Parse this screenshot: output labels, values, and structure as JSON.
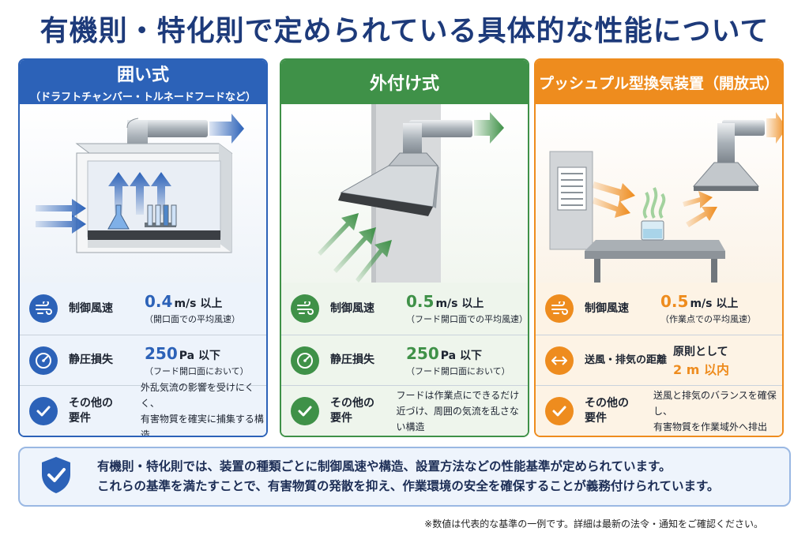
{
  "title": "有機則・特化則で定められている具体的な性能について",
  "cards": [
    {
      "theme": "blue",
      "title": "囲い式",
      "subtitle": "（ドラフトチャンバー・トルネードフードなど）",
      "rows": [
        {
          "icon": "wind-icon",
          "label": "制御風速",
          "value": "0.4",
          "unit": "m/s 以上",
          "note": "（開口面での平均風速）"
        },
        {
          "icon": "gauge-icon",
          "label": "静圧損失",
          "value": "250",
          "unit": "Pa 以下",
          "note": "（フード開口面において）"
        },
        {
          "icon": "check-icon",
          "label": "その他の\n要件",
          "text": [
            "外乱気流の影響を受けにくく、",
            "有害物質を確実に捕集する構造"
          ]
        }
      ]
    },
    {
      "theme": "green",
      "title": "外付け式",
      "rows": [
        {
          "icon": "wind-icon",
          "label": "制御風速",
          "value": "0.5",
          "unit": "m/s 以上",
          "note": "（フード開口面での平均風速）"
        },
        {
          "icon": "gauge-icon",
          "label": "静圧損失",
          "value": "250",
          "unit": "Pa 以下",
          "note": "（フード開口面において）"
        },
        {
          "icon": "check-icon",
          "label": "その他の\n要件",
          "text": [
            "フードは作業点にできるだけ",
            "近づけ、周囲の気流を乱さない構造"
          ]
        }
      ]
    },
    {
      "theme": "orange",
      "title": "プッシュプル型換気装置（開放式）",
      "rows": [
        {
          "icon": "wind-icon",
          "label": "制御風速",
          "value": "0.5",
          "unit": "m/s 以上",
          "note": "（作業点での平均風速）"
        },
        {
          "icon": "distance-icon",
          "label": "送風・排気の距離",
          "lead": "原則として",
          "emph": "2 m 以内"
        },
        {
          "icon": "check-icon",
          "label": "その他の\n要件",
          "text": [
            "送風と排気のバランスを確保し、",
            "有害物質を作業域外へ排出"
          ]
        }
      ]
    }
  ],
  "summary": {
    "icon": "shield-check-icon",
    "line1": "有機則・特化則では、装置の種類ごとに制御風速や構造、設置方法などの性能基準が定められています。",
    "line2": "これらの基準を満たすことで、有害物質の発散を抑え、作業環境の安全を確保することが義務付けられています。"
  },
  "footnote": "※数値は代表的な基準の一例です。詳細は最新の法令・通知をご確認ください。",
  "colors": {
    "blue": "#2c62b8",
    "green": "#3f9148",
    "orange": "#ee8c1e",
    "title": "#1d3a7a"
  }
}
